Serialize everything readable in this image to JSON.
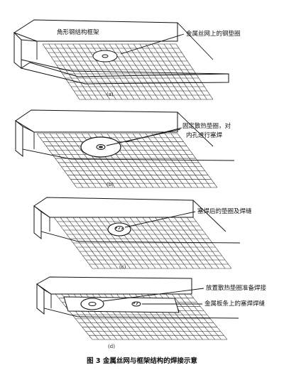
{
  "panels": [
    {
      "id": "a",
      "sublabel": "(a)",
      "labels": [
        "角形钢结构框架",
        "金属丝网上的钢垫圈"
      ]
    },
    {
      "id": "b",
      "sublabel": "(b)",
      "labels": [
        "固定散热垫圈，对",
        "内孔进行塞焊"
      ]
    },
    {
      "id": "c",
      "sublabel": "(c)",
      "labels": [
        "塞焊后的垫圈及焊缝"
      ]
    },
    {
      "id": "d",
      "sublabel": "(d)",
      "labels": [
        "放置散热垫圈准备焊接",
        "金属板条上的塞焊焊缝"
      ]
    }
  ],
  "caption": "图 3   金属丝网与框架结构的焊接示意"
}
